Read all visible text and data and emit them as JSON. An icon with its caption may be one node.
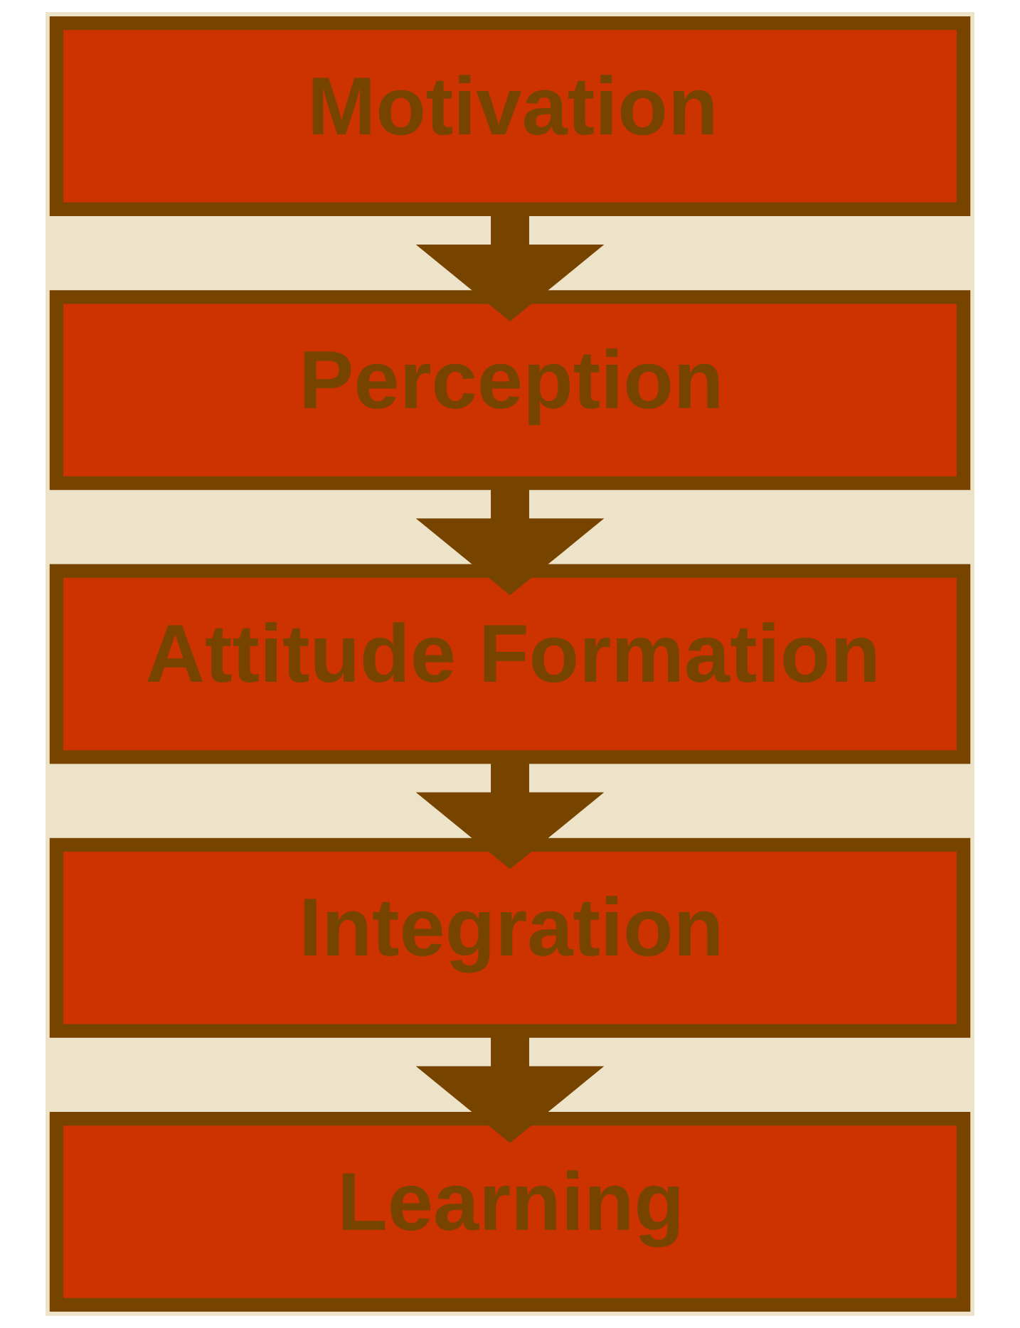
{
  "diagram": {
    "nodes": [
      {
        "text": [
          "Motivation"
        ]
      },
      {
        "text": [
          "Perception"
        ]
      },
      {
        "text": [
          "Attitude Formation"
        ]
      },
      {
        "text": [
          "Integration"
        ]
      },
      {
        "text": [
          "Learning"
        ]
      }
    ],
    "edges": [
      {
        "from": 0,
        "to": 1,
        "arrow": "to"
      },
      {
        "from": 1,
        "to": 2,
        "arrow": "to"
      },
      {
        "from": 2,
        "to": 3,
        "arrow": "to"
      },
      {
        "from": 3,
        "to": 4,
        "arrow": "to"
      }
    ]
  }
}
